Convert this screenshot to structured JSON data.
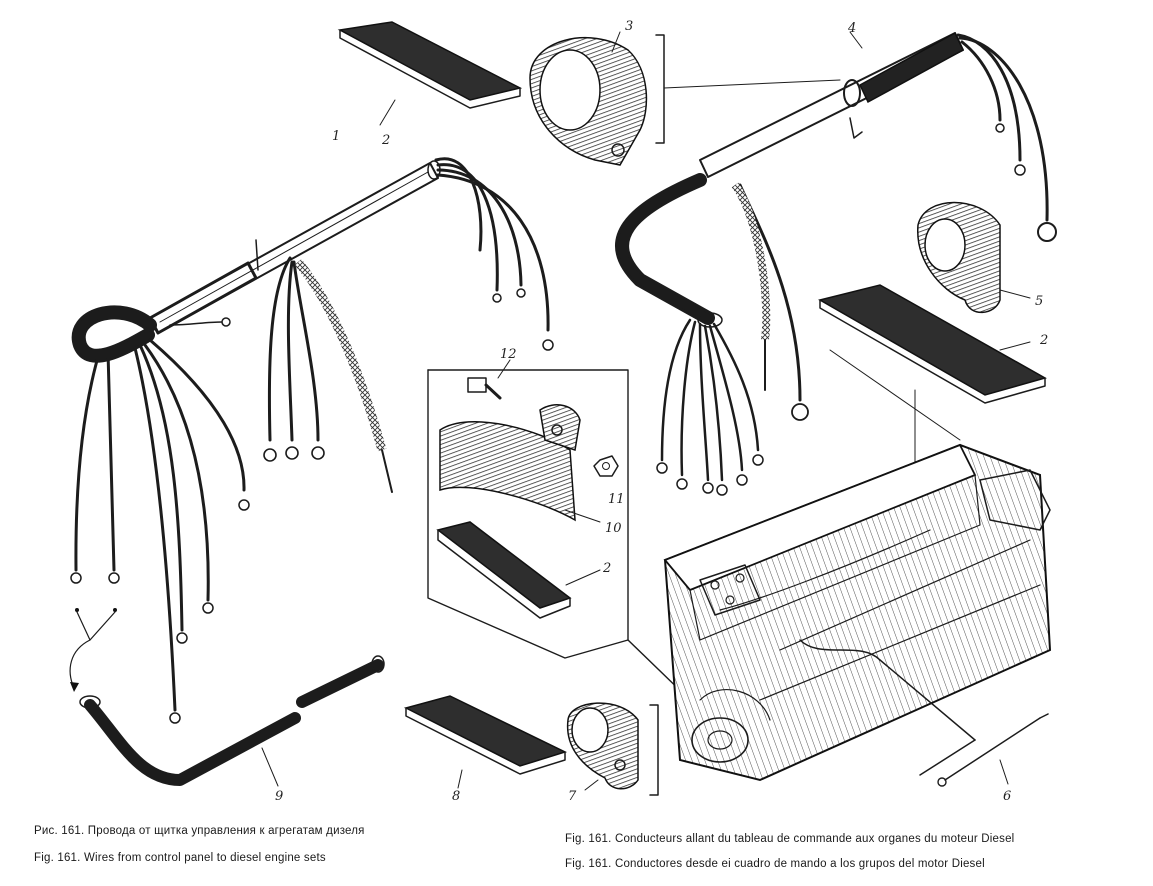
{
  "callouts": [
    "1",
    "2",
    "3",
    "4",
    "5",
    "2",
    "12",
    "11",
    "10",
    "2",
    "9",
    "8",
    "7",
    "6"
  ],
  "captions": {
    "ru": "Рис. 161. Провода от щитка управления к агрегатам дизеля",
    "en": "Fig. 161. Wires from control panel to diesel engine sets",
    "fr": "Fig. 161. Conducteurs allant du tableau de commande aux organes du moteur Diesel",
    "es": "Fig. 161. Conductores desde ei cuadro de mando a los grupos del motor Diesel"
  },
  "colors": {
    "ink": "#1c1c1c",
    "paper": "#ffffff",
    "pad": "#2e2e2e"
  }
}
